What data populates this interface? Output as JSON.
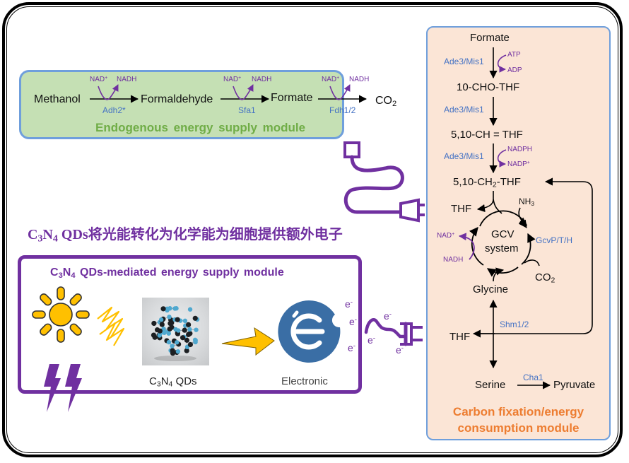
{
  "headline": {
    "latin_prefix": "C",
    "sub3": "3",
    "n": "N",
    "sub4": "4",
    "latin_suffix": " QDs",
    "chinese": "将光能转化为化学能为细胞提供额外电子"
  },
  "endogenous_module": {
    "title": "Endogenous energy supply module",
    "metabolites": [
      "Methanol",
      "Formaldehyde",
      "Formate",
      "CO"
    ],
    "co2_subscript": "2",
    "steps": [
      {
        "enzyme": "Adh2*",
        "cofactor_in": "NAD",
        "cofactor_in_sup": "+",
        "cofactor_out": "NADH"
      },
      {
        "enzyme": "Sfa1",
        "cofactor_in": "NAD",
        "cofactor_in_sup": "+",
        "cofactor_out": "NADH"
      },
      {
        "enzyme": "Fdh1/2",
        "cofactor_in": "NAD",
        "cofactor_in_sup": "+",
        "cofactor_out": "NADH"
      }
    ]
  },
  "qd_module": {
    "title_prefix": "C",
    "title_sub3": "3",
    "title_n": "N",
    "title_sub4": "4",
    "title_suffix": " QDs-mediated  energy  supply  module",
    "qd_label_prefix": "C",
    "qd_label_sub3": "3",
    "qd_label_n": "N",
    "qd_label_sub4": "4",
    "qd_label_suffix": " QDs",
    "electronic_label": "Electronic",
    "electron_symbol": "e",
    "electron_charge": "-"
  },
  "carbon_module": {
    "title_line1": "Carbon fixation/energy",
    "title_line2": "consumption  module",
    "formate": "Formate",
    "cho_thf": "10-CHO-THF",
    "ch_thf": "5,10-CH = THF",
    "ch2_thf_prefix": "5,10-CH",
    "ch2_sub": "2",
    "ch2_thf_suffix": "-THF",
    "enzyme_ade": "Ade3/Mis1",
    "atp": "ATP",
    "adp": "ADP",
    "nadph": "NADPH",
    "nadp": "NADP",
    "nadp_sup": "+",
    "thf": "THF",
    "nh3_prefix": "NH",
    "nh3_sub": "3",
    "gcv_line1": "GCV",
    "gcv_line2": "system",
    "gcv_enzyme": "GcvP/T/H",
    "nad": "NAD",
    "nad_sup": "+",
    "nadh": "NADH",
    "co2_prefix": "CO",
    "co2_sub": "2",
    "glycine": "Glycine",
    "shm": "Shm1/2",
    "serine": "Serine",
    "cha": "Cha1",
    "pyruvate": "Pyruvate"
  },
  "colors": {
    "green_fill": "#c5e0b4",
    "green_title": "#70ad47",
    "orange_fill": "#fbe5d6",
    "orange_title": "#ed7d31",
    "purple": "#7030a0",
    "enzyme_blue": "#4472c4",
    "box_border_blue": "#6f9fdc",
    "sun_yellow": "#ffc000",
    "electron_blue": "#3a6ea5"
  }
}
